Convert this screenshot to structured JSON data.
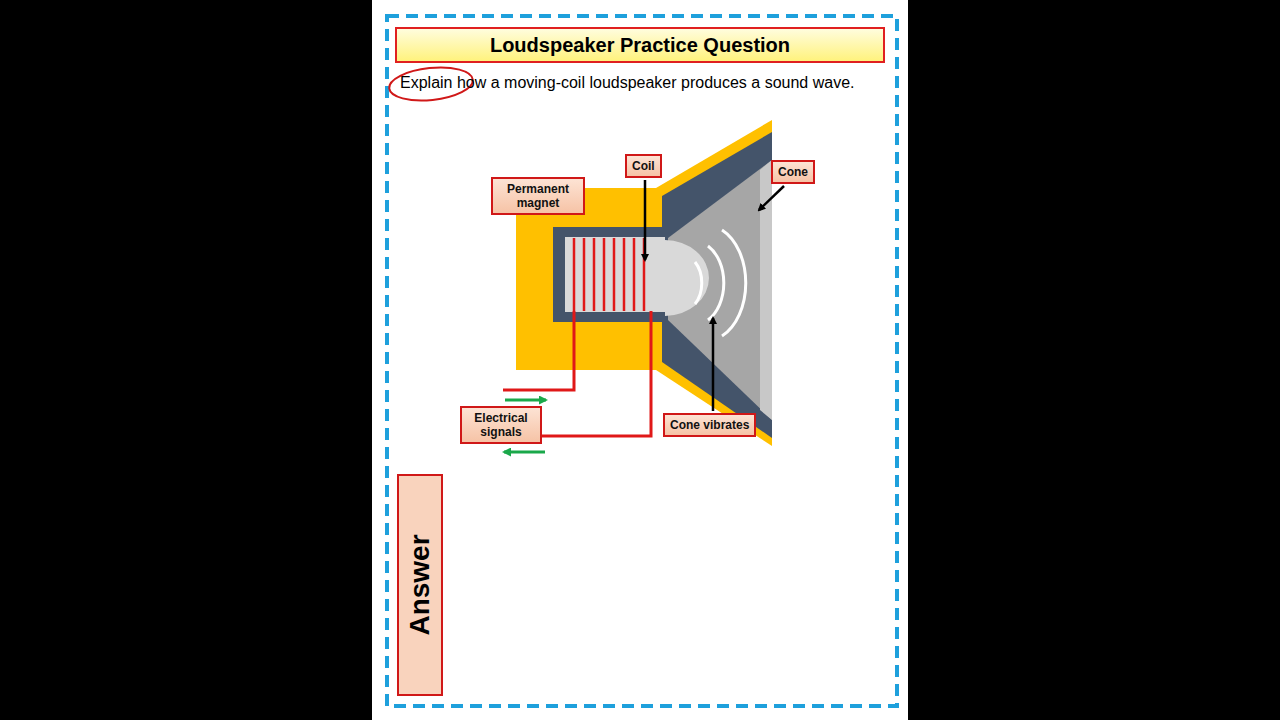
{
  "diagram": {
    "title": "Loudspeaker Practice Question",
    "nodes": [
      {
        "text": [
          "Permanent magnet"
        ]
      },
      {
        "text": [
          "Coil"
        ]
      },
      {
        "text": [
          "Cone"
        ]
      },
      {
        "text": [
          "Electrical signals"
        ]
      },
      {
        "text": [
          "Cone vibrates"
        ]
      },
      {
        "text": [
          "Answer"
        ]
      }
    ],
    "labels": [
      "Explain how a moving-coil loudspeaker produces a sound wave."
    ]
  }
}
